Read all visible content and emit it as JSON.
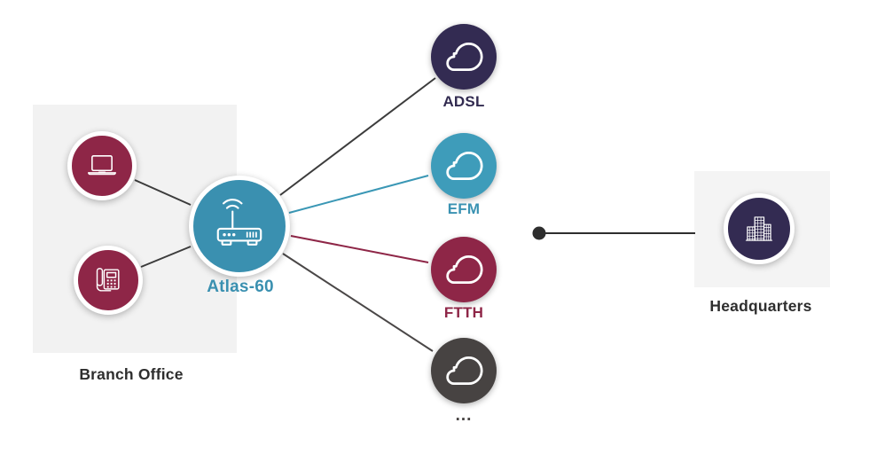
{
  "branch_office": {
    "label": "Branch Office",
    "devices": [
      {
        "icon": "laptop-icon"
      },
      {
        "icon": "desk-phone-icon"
      }
    ]
  },
  "router": {
    "label": "Atlas-60",
    "icon": "wifi-router-icon"
  },
  "wan_links": [
    {
      "label": "ADSL",
      "icon": "cloud-icon",
      "circle_color": "#332b52",
      "label_color": "#322b50",
      "line_color": "#3c3c3c"
    },
    {
      "label": "EFM",
      "icon": "cloud-icon",
      "circle_color": "#3e9cba",
      "label_color": "#3a92b2",
      "line_color": "#3a97b5"
    },
    {
      "label": "FTTH",
      "icon": "cloud-icon",
      "circle_color": "#8e2647",
      "label_color": "#8e2647",
      "line_color": "#8e2647"
    },
    {
      "label": "...",
      "icon": "cloud-icon",
      "circle_color": "#474342",
      "label_color": "#474342",
      "line_color": "#4a4747"
    }
  ],
  "headquarters": {
    "label": "Headquarters",
    "icon": "office-building-icon"
  },
  "colors": {
    "maroon": "#8e2647",
    "teal": "#3a90b0",
    "teal_light": "#3e9cba",
    "dark_purple": "#332b52",
    "dark_gray": "#474342",
    "line_dark": "#3c3c3c",
    "dot_dark": "#2e2e2e",
    "panel_gray": "#f2f2f2",
    "label_dark": "#2e2e2e",
    "background": "#ffffff"
  }
}
